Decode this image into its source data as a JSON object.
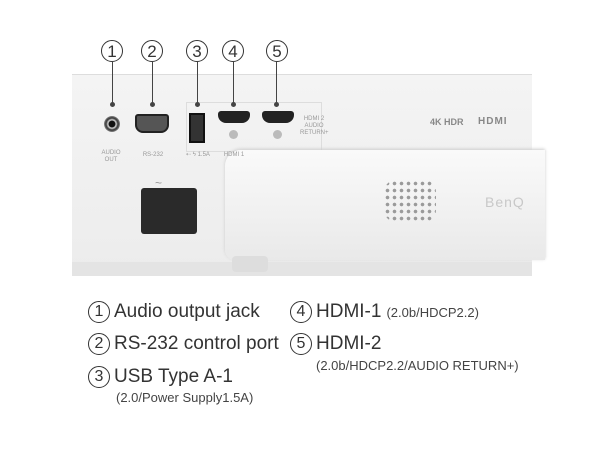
{
  "callouts": [
    "1",
    "2",
    "3",
    "4",
    "5"
  ],
  "device_labels": {
    "audio_out": "AUDIO OUT",
    "rs232": "RS-232",
    "usb": "⇠ ϟ 1.5A",
    "hdmi1": "HDMI 1",
    "hdmi2": "HDMI 2 AUDIO RETURN+",
    "logo_4k": "4K HDR",
    "logo_hdmi": "HDMI",
    "brand": "BenQ",
    "power_symbol": "~"
  },
  "legend": [
    {
      "num": "1",
      "label": "Audio output jack",
      "sub": ""
    },
    {
      "num": "2",
      "label": "RS-232 control port",
      "sub": ""
    },
    {
      "num": "3",
      "label": "USB Type A-1",
      "sub": "(2.0/Power Supply1.5A)"
    },
    {
      "num": "4",
      "label": "HDMI-1",
      "sub": "(2.0b/HDCP2.2)"
    },
    {
      "num": "5",
      "label": "HDMI-2",
      "sub": "(2.0b/HDCP2.2/AUDIO RETURN+)"
    }
  ]
}
